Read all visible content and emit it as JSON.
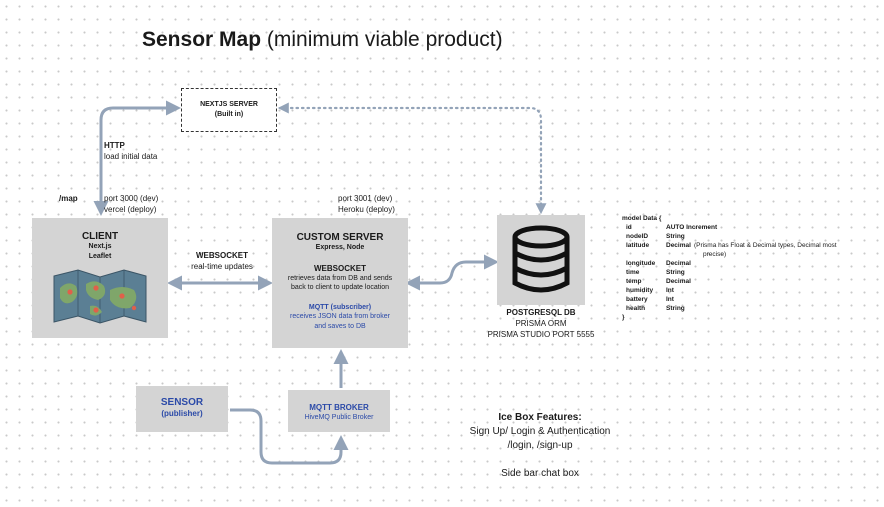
{
  "title": {
    "bold": "Sensor Map",
    "rest": "(minimum viable product)"
  },
  "nextjs_server": {
    "line1": "NEXTJS SERVER",
    "line2": "(Built in)"
  },
  "http": {
    "label": "HTTP",
    "desc": "load initial data"
  },
  "map_route": "/map",
  "client_ports": {
    "dev": "port 3000 (dev)",
    "deploy": "vercel (deploy)"
  },
  "server_ports": {
    "dev": "port 3001 (dev)",
    "deploy": "Heroku (deploy)"
  },
  "client": {
    "title": "CLIENT",
    "line1": "Next.js",
    "line2": "Leaflet"
  },
  "websocket_link": {
    "label": "WEBSOCKET",
    "desc": "real-time updates"
  },
  "custom_server": {
    "title": "CUSTOM SERVER",
    "subtitle": "Express, Node",
    "ws_title": "WEBSOCKET",
    "ws_desc1": "retrieves data from DB and sends",
    "ws_desc2": "back to client to update location",
    "mqtt_title": "MQTT (subscriber)",
    "mqtt_desc1": "receives JSON data from broker",
    "mqtt_desc2": "and saves to DB"
  },
  "db": {
    "title": "POSTGRESQL DB",
    "orm": "PRISMA ORM",
    "studio": "PRISMA STUDIO PORT 5555"
  },
  "model": {
    "header": "model Data {",
    "footer": "}",
    "fields": [
      {
        "name": "id",
        "type": "AUTO Increment",
        "note": ""
      },
      {
        "name": "nodeID",
        "type": "String",
        "note": ""
      },
      {
        "name": "latitude",
        "type": "Decimal",
        "note": "(Prisma has Float & Decimal types, Decimal most"
      },
      {
        "name": "",
        "type": "",
        "note": "precise)"
      },
      {
        "name": "longitude",
        "type": "Decimal",
        "note": ""
      },
      {
        "name": "time",
        "type": "String",
        "note": ""
      },
      {
        "name": "temp",
        "type": "Decimal",
        "note": ""
      },
      {
        "name": "humidity",
        "type": "Int",
        "note": ""
      },
      {
        "name": "battery",
        "type": "Int",
        "note": ""
      },
      {
        "name": "health",
        "type": "String",
        "note": ""
      }
    ]
  },
  "sensor": {
    "title": "SENSOR",
    "sub": "(publisher)"
  },
  "broker": {
    "title": "MQTT BROKER",
    "sub": "HiveMQ Public Broker"
  },
  "icebox": {
    "title": "Ice Box Features:",
    "line1": "Sign Up/ Login & Authentication",
    "line2": "/login, /sign-up",
    "line3": "Side bar chat box"
  },
  "colors": {
    "box": "#d4d4d4",
    "wire": "#93a3b8",
    "label_blue": "#2b4aa8"
  }
}
